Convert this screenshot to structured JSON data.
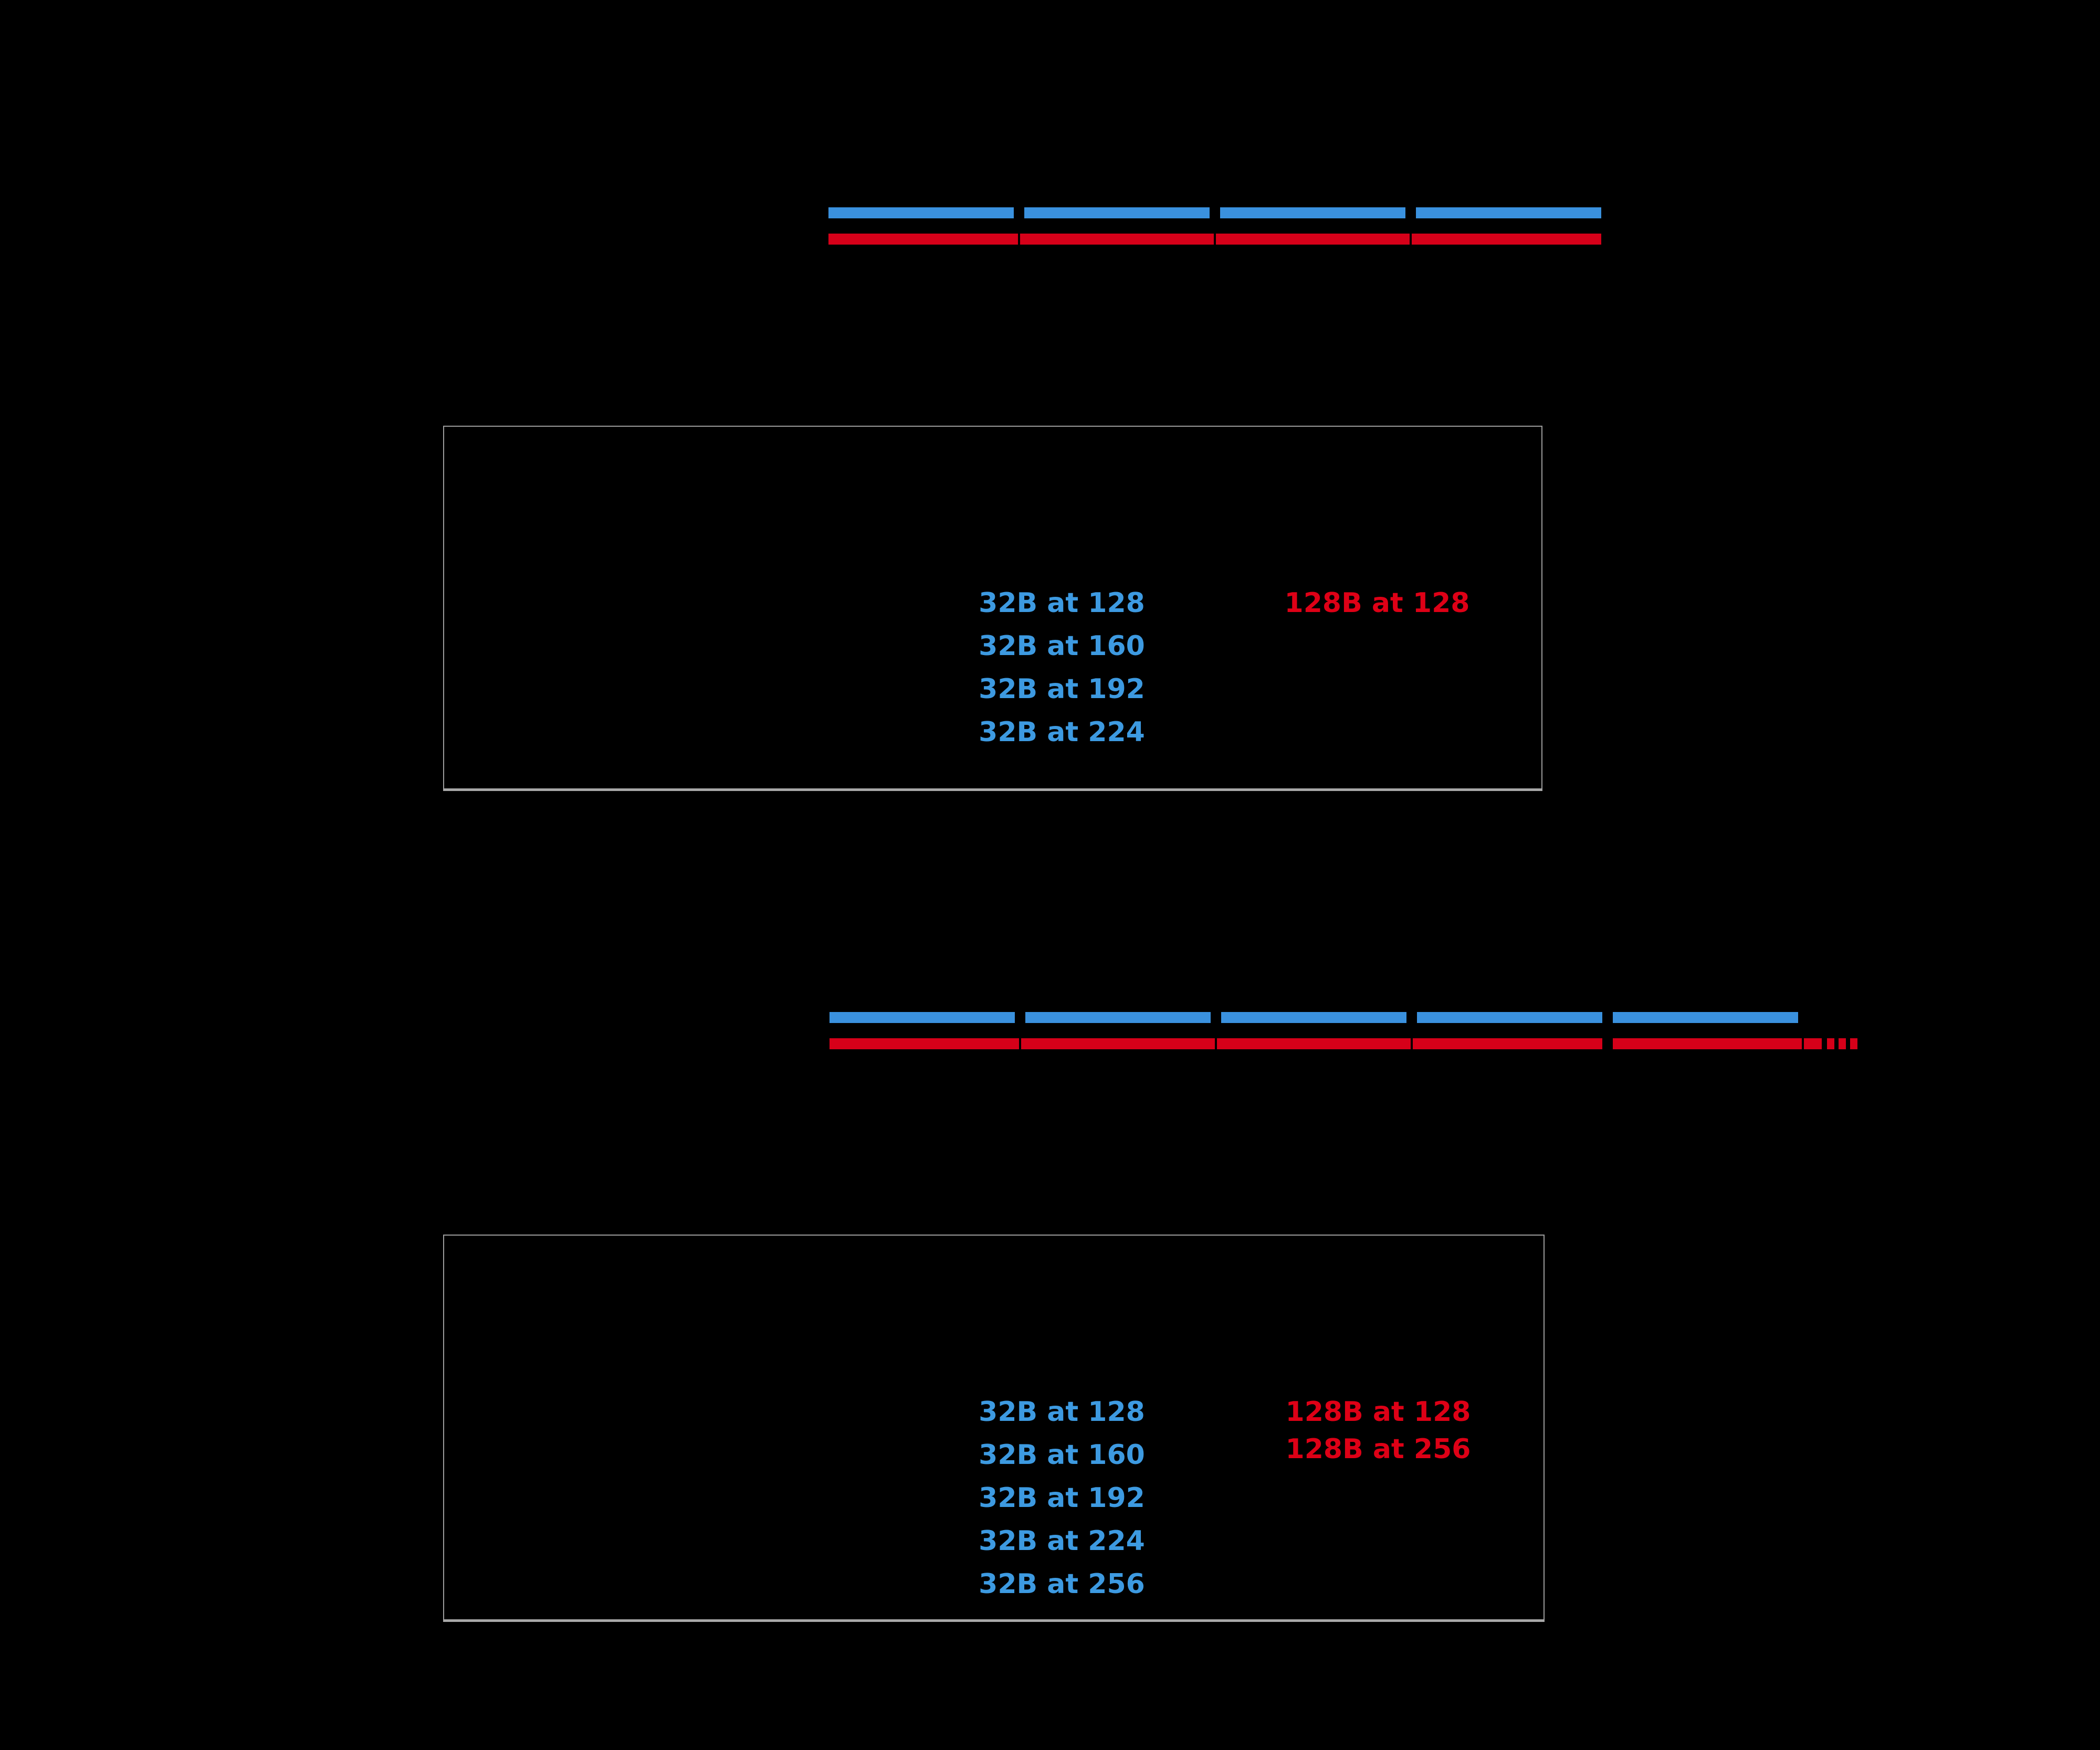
{
  "page": {
    "background": "#000000"
  },
  "colors": {
    "sector_blue": "#3a91de",
    "cache_line_red": "#d60019",
    "text_blue": "#3d9ae1",
    "text_red": "#de0016",
    "grid_gray": "#9c9c9c"
  },
  "sections": [
    {
      "bars": {
        "sector_segments": 4,
        "cache_line_segments": 1,
        "continuation_dashes": 0
      },
      "table": {
        "corner_label": "",
        "span_header": "",
        "subheader_left": "",
        "subheader_right": "",
        "sector_lines": [
          "32B at 128",
          "32B at 160",
          "32B at 192",
          "32B at 224"
        ],
        "cache_lines": [
          "128B at 128"
        ]
      }
    },
    {
      "bars": {
        "sector_segments": 5,
        "cache_line_segments": 2,
        "continuation_dashes": 3
      },
      "table": {
        "corner_label": "",
        "span_header": "",
        "subheader_left": "",
        "subheader_right": "",
        "sector_lines": [
          "32B at 128",
          "32B at 160",
          "32B at 192",
          "32B at 224",
          "32B at 256"
        ],
        "cache_lines": [
          "128B at 128",
          "128B at 256"
        ]
      }
    }
  ]
}
